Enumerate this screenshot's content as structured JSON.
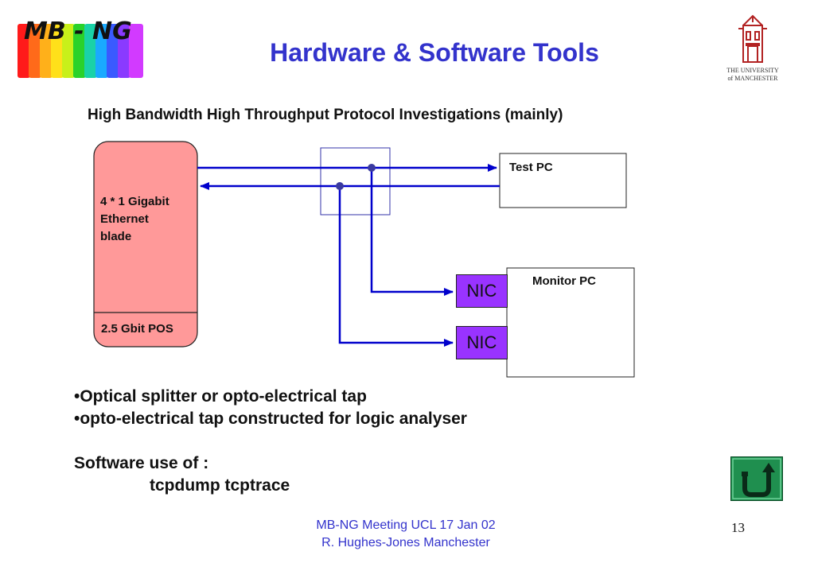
{
  "logo": {
    "text": "MB - NG"
  },
  "university": {
    "line1": "THE UNIVERSITY",
    "line2": "of MANCHESTER"
  },
  "title": "Hardware & Software Tools",
  "subtitle": "High Bandwidth High Throughput Protocol Investigations (mainly)",
  "diagram": {
    "blade_label": "4 * 1 Gigabit\nEthernet\nblade",
    "pos_label": "2.5 Gbit POS",
    "test_pc_label": "Test PC",
    "monitor_pc_label": "Monitor PC",
    "nic_1": "NIC",
    "nic_2": "NIC",
    "colors": {
      "blade_fill": "#ff9999",
      "link": "#0000cc",
      "nic_fill": "#9933ff",
      "tap_box": "#3333aa"
    }
  },
  "bullets": [
    "•Optical splitter or opto-electrical tap",
    "•opto-electrical tap constructed for logic analyser"
  ],
  "software": {
    "heading": "Software use of :",
    "tools": "tcpdump tcptrace"
  },
  "footer": {
    "line1": "MB-NG Meeting UCL  17 Jan 02",
    "line2": "R. Hughes-Jones  Manchester"
  },
  "page_number": "13",
  "icons": {
    "back": "u-turn-back-icon"
  }
}
